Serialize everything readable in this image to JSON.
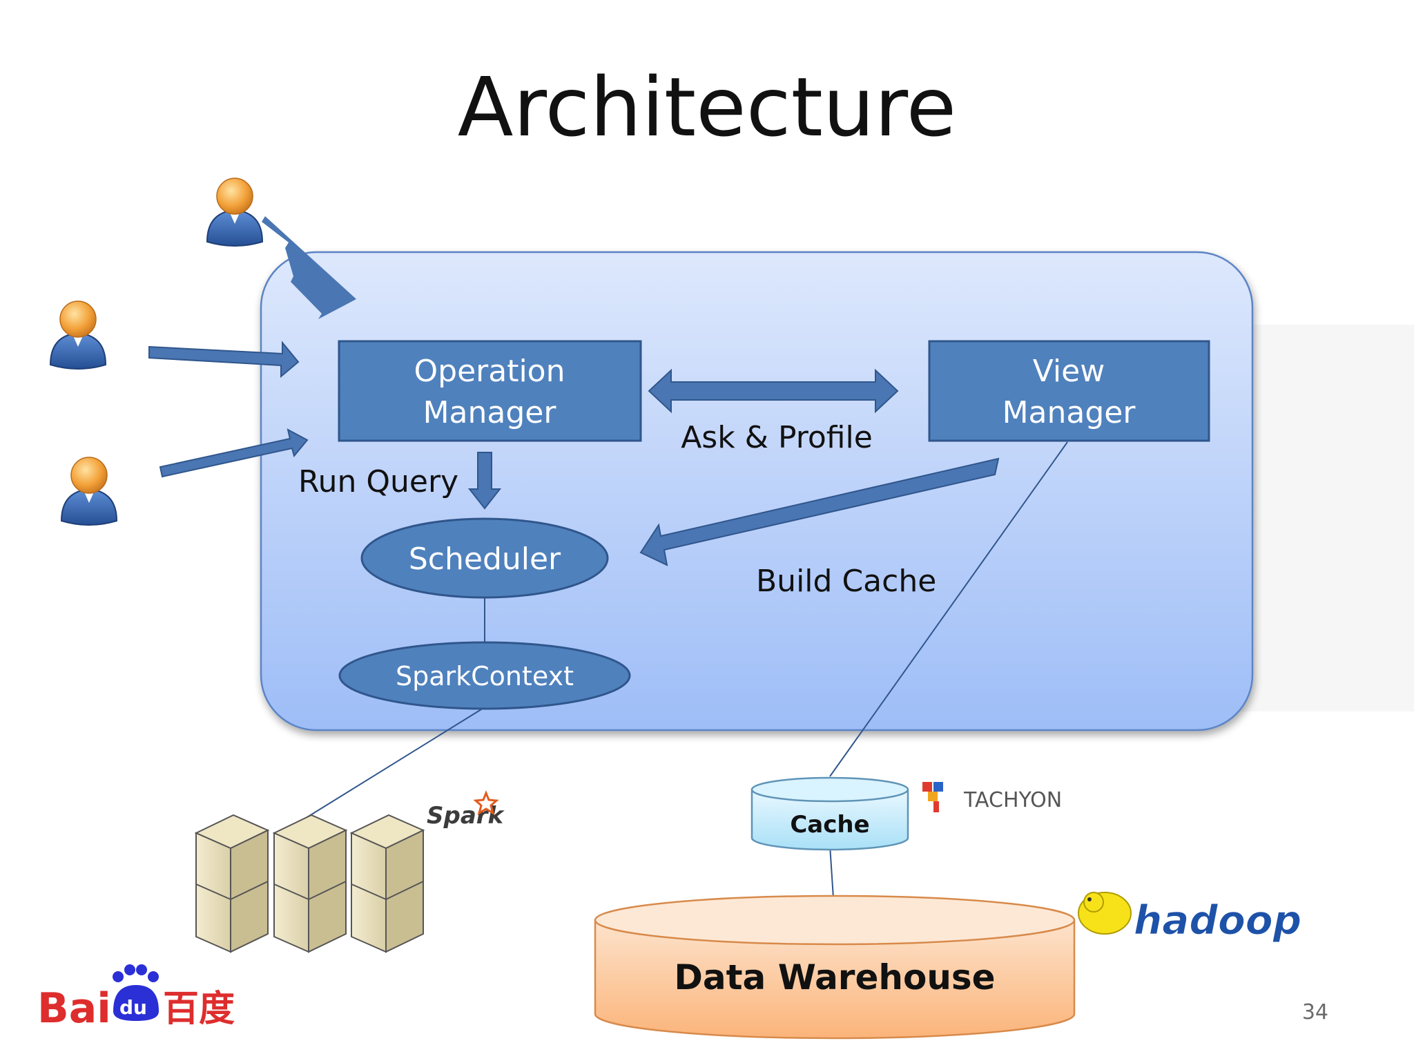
{
  "slide": {
    "title": "Architecture",
    "page_number": "34"
  },
  "diagram": {
    "components": {
      "operation_manager": [
        "Operation",
        "Manager"
      ],
      "view_manager": [
        "View",
        "Manager"
      ],
      "scheduler": "Scheduler",
      "spark_context": "SparkContext",
      "cache": "Cache",
      "data_warehouse": "Data Warehouse"
    },
    "edge_labels": {
      "ask_profile": "Ask & Profile",
      "run_query": "Run Query",
      "build_cache": "Build Cache"
    },
    "logos": {
      "spark": "Spark",
      "tachyon": "TACHYON",
      "hadoop": "hadoop",
      "baidu_latin": "Bai",
      "baidu_du": "du",
      "baidu_cn": "百度"
    },
    "colors": {
      "container_top": "#dde8fc",
      "container_bottom": "#9ebdf7",
      "box_fill": "#4f81bd",
      "box_stroke": "#30568c",
      "arrow": "#4a76b3",
      "cache_fill": "#ccefff",
      "warehouse_fill": "#fcc79a",
      "baidu_red": "#de2d2d",
      "baidu_blue": "#2a2fd6"
    }
  }
}
